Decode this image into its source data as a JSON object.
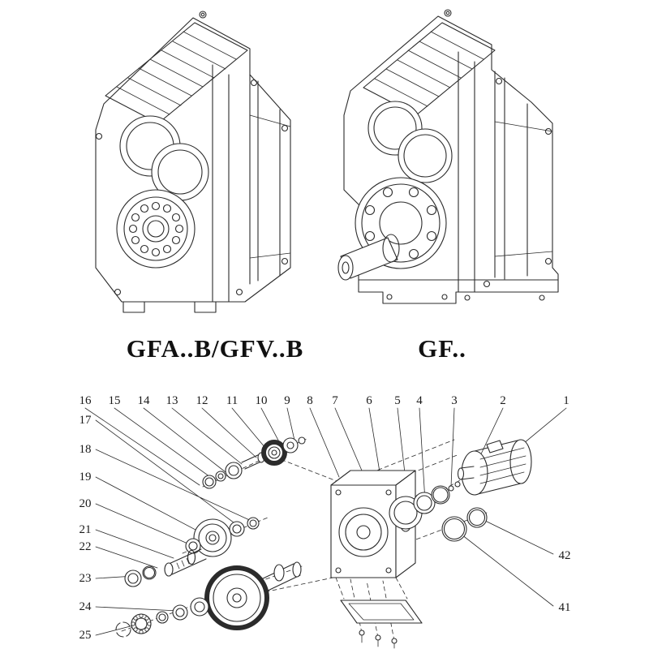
{
  "figures": {
    "left": {
      "caption": "GFA..B/GFV..B"
    },
    "right": {
      "caption": "GF.."
    }
  },
  "exploded": {
    "callouts_top": [
      "16",
      "15",
      "14",
      "13",
      "12",
      "11",
      "10",
      "9",
      "8",
      "7",
      "6",
      "5",
      "4",
      "3",
      "2",
      "1"
    ],
    "callouts_left": [
      "17",
      "18",
      "19",
      "20",
      "21",
      "22",
      "23",
      "24",
      "25"
    ],
    "callouts_right": [
      "42",
      "41"
    ]
  },
  "colors": {
    "line": "#2b2b2b",
    "background": "#ffffff"
  }
}
